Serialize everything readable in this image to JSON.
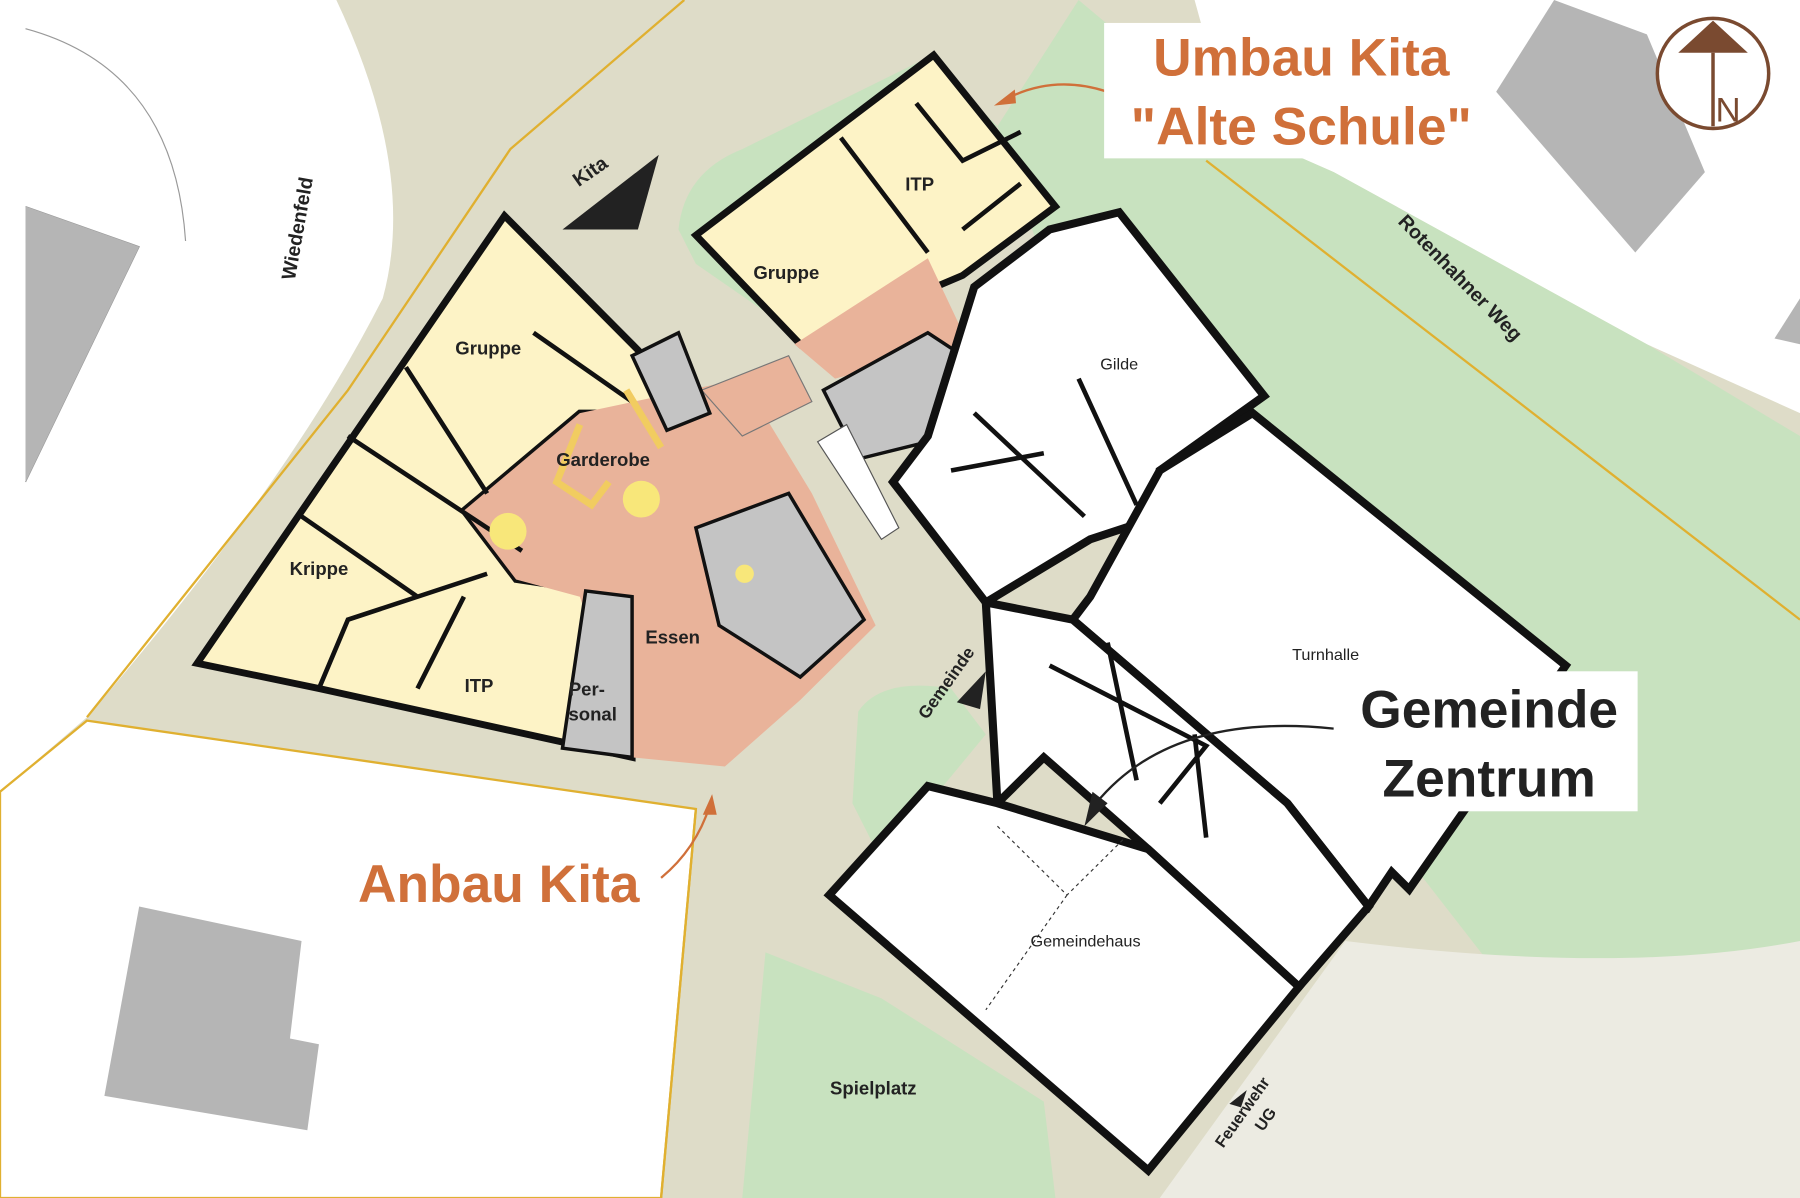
{
  "title_labels": {
    "umbau_line1": "Umbau Kita",
    "umbau_line2": "\"Alte Schule\"",
    "anbau": "Anbau Kita",
    "gemeinde_line1": "Gemeinde",
    "gemeinde_line2": "Zentrum"
  },
  "rooms": {
    "gruppe_anbau": "Gruppe",
    "gruppe_umbau": "Gruppe",
    "itp_umbau": "ITP",
    "garderobe": "Garderobe",
    "krippe": "Krippe",
    "itp_anbau": "ITP",
    "personal_1": "Per-",
    "personal_2": "sonal",
    "essen": "Essen",
    "gilde": "Gilde",
    "turnhalle": "Turnhalle",
    "gemeindehaus": "Gemeindehaus",
    "spielplatz": "Spielplatz"
  },
  "streets": {
    "wiedenfeld": "Wiedenfeld",
    "rotenhahner": "Rotenhahner Weg",
    "entrance_kita": "Kita",
    "entrance_gemeinde": "Gemeinde",
    "feuerwehr_1": "Feuerwehr",
    "feuerwehr_2": "UG"
  },
  "north_arrow": {
    "label": "N"
  },
  "colors": {
    "ground": "#dedcc8",
    "green": "#c8e2bf",
    "pale": "#ecebe2",
    "yellow": "#fdf3c6",
    "salmon": "#e9b39a",
    "gray": "#c4c4c4",
    "accent": "#d0703a"
  }
}
